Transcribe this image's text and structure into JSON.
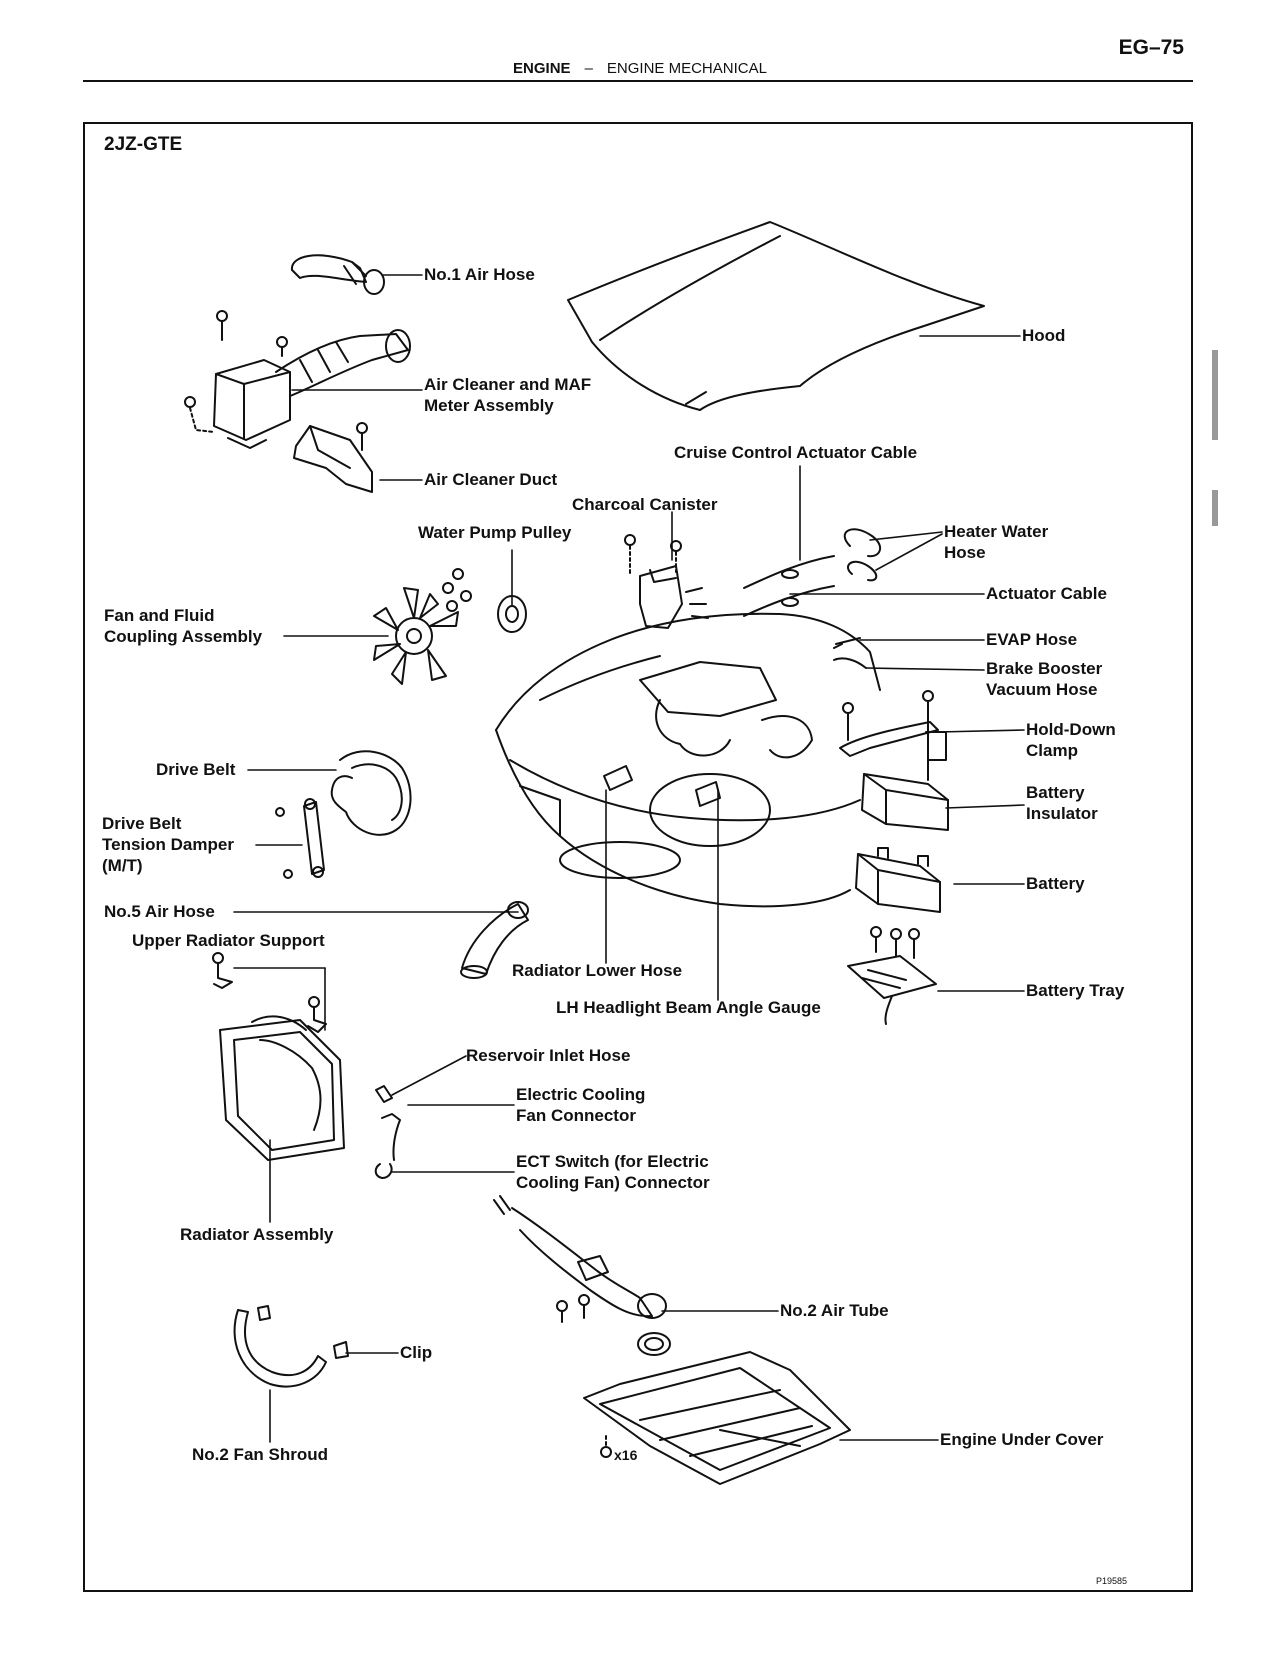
{
  "header": {
    "page_code": "EG–75",
    "section": "ENGINE",
    "separator": "–",
    "subsection": "ENGINE MECHANICAL"
  },
  "diagram": {
    "model": "2JZ-GTE",
    "figure_id": "P19585",
    "labels": {
      "no1_air_hose": "No.1 Air Hose",
      "hood": "Hood",
      "air_cleaner_maf": "Air Cleaner and MAF\nMeter Assembly",
      "air_cleaner_duct": "Air Cleaner Duct",
      "cruise_cable": "Cruise Control Actuator Cable",
      "charcoal_canister": "Charcoal Canister",
      "water_pump_pulley": "Water Pump Pulley",
      "heater_water_hose": "Heater Water\nHose",
      "actuator_cable": "Actuator Cable",
      "fan_coupling": "Fan and Fluid\nCoupling Assembly",
      "evap_hose": "EVAP Hose",
      "brake_booster": "Brake Booster\nVacuum Hose",
      "hold_down_clamp": "Hold-Down\nClamp",
      "drive_belt": "Drive Belt",
      "battery_insulator": "Battery\nInsulator",
      "tension_damper": "Drive Belt\nTension Damper\n(M/T)",
      "battery": "Battery",
      "no5_air_hose": "No.5 Air Hose",
      "upper_radiator_support": "Upper Radiator Support",
      "radiator_lower_hose": "Radiator Lower Hose",
      "battery_tray": "Battery Tray",
      "headlight_gauge": "LH Headlight Beam Angle Gauge",
      "reservoir_inlet_hose": "Reservoir Inlet Hose",
      "electric_fan_connector": "Electric Cooling\nFan Connector",
      "ect_switch": "ECT Switch (for Electric\nCooling Fan) Connector",
      "radiator_assembly": "Radiator Assembly",
      "no2_air_tube": "No.2 Air Tube",
      "clip": "Clip",
      "engine_under_cover": "Engine Under Cover",
      "no2_fan_shroud": "No.2 Fan Shroud",
      "bolt_count": "x16"
    }
  }
}
